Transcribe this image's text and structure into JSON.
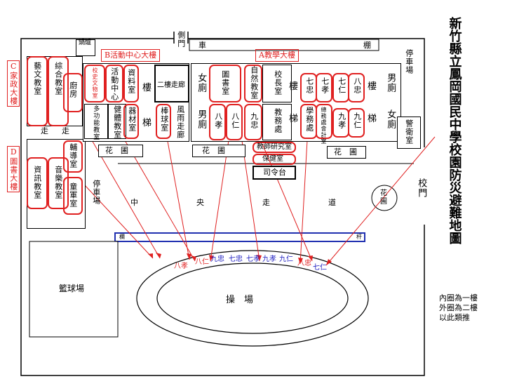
{
  "title": "新竹縣立鳳岡國民中學校園防災避難地圖",
  "zones": {
    "a": "A教學大樓",
    "b": "B活動中心大樓",
    "c": "C家政大樓",
    "d": "D圖書大樓"
  },
  "labels": {
    "side_gate": "側門",
    "car": "車",
    "shed": "棚",
    "parking_top": "停車場",
    "arts": "藝文教室",
    "general": "綜合教室",
    "kitchen": "廚房",
    "canteen": "鍋爐",
    "activity_center": "活動中心",
    "data_room": "資料室",
    "school_history": "校史文物室",
    "second_floor_corridor": "二樓走廊",
    "multi_room": "多功能教室",
    "fitness": "健體教室",
    "equipment": "器材室",
    "baseball": "棒球室",
    "stairs1": "樓",
    "stairs2": "梯",
    "wind_rain": "風雨走廊",
    "women_wc": "女廁",
    "men_wc": "男廁",
    "library": "圖書室",
    "natural": "自然教室",
    "principal": "校長室",
    "jiu_zhong": "九忠",
    "academic": "教務處",
    "ba_xiao": "八孝",
    "ba_ren": "八仁",
    "teachers_research": "教師研究室",
    "health": "保健室",
    "command": "司令台",
    "qi_zhong": "七忠",
    "qi_xiao": "七孝",
    "student_affairs": "學務處",
    "counseling": "總務處會計室",
    "qi_ren": "七仁",
    "ba_zhong": "八忠",
    "jiu_xiao": "九孝",
    "jiu_ren": "九仁",
    "men": "男廁",
    "women": "女廁",
    "guard": "警衛室",
    "garden": "花　圃",
    "garden2": "花圃",
    "guidance": "輔導室",
    "info": "資訊教室",
    "music": "音樂教室",
    "child_army": "童軍室",
    "parking_left": "停車場",
    "central": [
      "中",
      "央",
      "走",
      "道"
    ],
    "railing": "欄",
    "railing2": "杆",
    "school_gate": "校門",
    "basketball": "籃球場",
    "playground": "操　場",
    "inner_classes": [
      "九忠",
      "七忠",
      "七孝",
      "九孝",
      "九仁"
    ],
    "outer_classes_left": [
      "八孝",
      "八仁"
    ],
    "outer_classes_right": [
      "八忠",
      "七仁"
    ],
    "passage": "走"
  },
  "note": [
    "內圈為一樓",
    "外圈為二樓",
    "以此類推"
  ]
}
